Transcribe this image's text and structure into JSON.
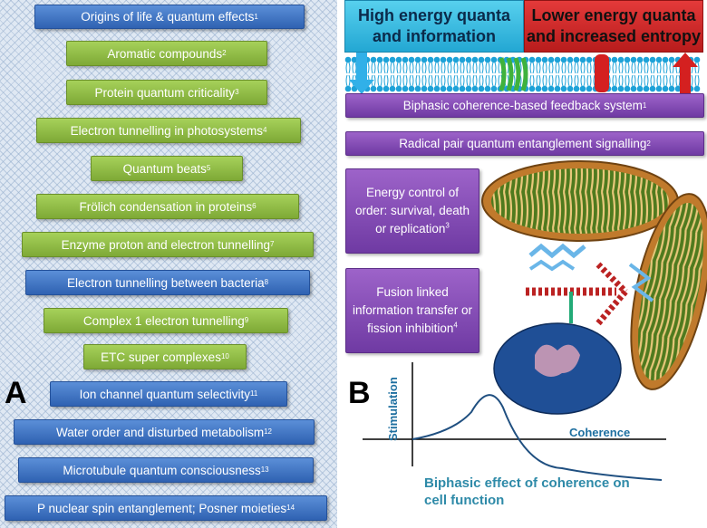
{
  "panelA": {
    "label": "A",
    "items": [
      {
        "text": "Origins of life & quantum effects",
        "ref": "1",
        "color": "blue"
      },
      {
        "text": "Aromatic compounds",
        "ref": "2",
        "color": "green"
      },
      {
        "text": "Protein quantum criticality",
        "ref": "3",
        "color": "green"
      },
      {
        "text": "Electron tunnelling in photosystems",
        "ref": "4",
        "color": "green"
      },
      {
        "text": "Quantum beats",
        "ref": "5",
        "color": "green"
      },
      {
        "text": "Frölich condensation in proteins",
        "ref": "6",
        "color": "green"
      },
      {
        "text": "Enzyme proton and electron tunnelling",
        "ref": "7",
        "color": "green"
      },
      {
        "text": "Electron tunnelling between bacteria",
        "ref": "8",
        "color": "blue"
      },
      {
        "text": "Complex 1 electron tunnelling",
        "ref": "9",
        "color": "green"
      },
      {
        "text": "ETC super complexes",
        "ref": "10",
        "color": "green"
      },
      {
        "text": "Ion channel quantum selectivity",
        "ref": "11",
        "color": "blue"
      },
      {
        "text": "Water order and disturbed metabolism ",
        "ref": "12",
        "color": "blue"
      },
      {
        "text": "Microtubule quantum consciousness ",
        "ref": "13",
        "color": "blue"
      },
      {
        "text": "P nuclear spin entanglement; Posner moieties",
        "ref": "14",
        "color": "blue"
      }
    ]
  },
  "panelB": {
    "label": "B",
    "header_left": "High energy quanta and information",
    "header_right": "Lower energy quanta and increased entropy",
    "colors": {
      "cyan": "#3bbde0",
      "red": "#d8292b",
      "purple": "#7b45ad",
      "blue": "#2f62b2",
      "green": "#8cbf45"
    },
    "feedback": {
      "text": "Biphasic coherence-based feedback system",
      "ref": "1"
    },
    "radical": {
      "text": "Radical pair quantum entanglement signalling",
      "ref": "2"
    },
    "energy": {
      "text": "Energy control of order: survival, death or replication",
      "ref": "3"
    },
    "fusion": {
      "text": "Fusion linked information transfer or fission inhibition",
      "ref": "4"
    },
    "graph": {
      "ylabel": "Stimulation",
      "xlabel": "Coherence",
      "caption": "Biphasic effect of coherence on cell function"
    }
  }
}
